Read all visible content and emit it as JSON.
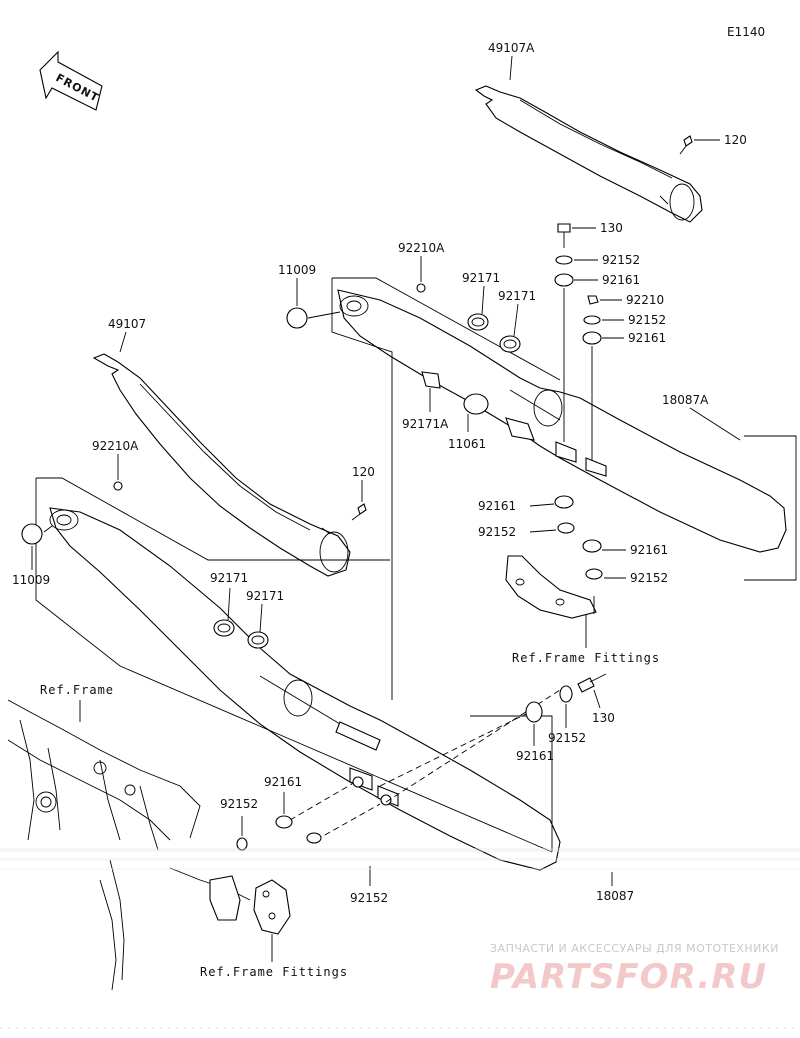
{
  "diagram_code": "E1140",
  "front_label": "FRONT",
  "labels": {
    "p49107A": "49107A",
    "p120_top": "120",
    "p130_top": "130",
    "p92152_a": "92152",
    "p92161_a": "92161",
    "p92210": "92210",
    "p92152_b": "92152",
    "p92161_b": "92161",
    "p92210A_top": "92210A",
    "p11009_top": "11009",
    "p92171_a": "92171",
    "p92171_b": "92171",
    "p18087A": "18087A",
    "p49107": "49107",
    "p92171A": "92171A",
    "p11061": "11061",
    "p92161_c": "92161",
    "p92152_c": "92152",
    "p92161_d": "92161",
    "p92152_d": "92152",
    "ref_frame_fittings_top": "Ref.Frame Fittings",
    "p92210A_left": "92210A",
    "p120_mid": "120",
    "p11009_left": "11009",
    "p92171_c": "92171",
    "p92171_d": "92171",
    "ref_frame": "Ref.Frame",
    "p130_bottom": "130",
    "p92152_e": "92152",
    "p92161_e": "92161",
    "p92161_f": "92161",
    "p92152_f": "92152",
    "p92152_g": "92152",
    "p18087": "18087",
    "ref_frame_fittings_bottom": "Ref.Frame Fittings"
  },
  "watermark": {
    "tagline": "ЗАПЧАСТИ И АКСЕССУАРЫ ДЛЯ МОТОТЕХНИКИ",
    "brand": "PARTSFOR.RU"
  }
}
